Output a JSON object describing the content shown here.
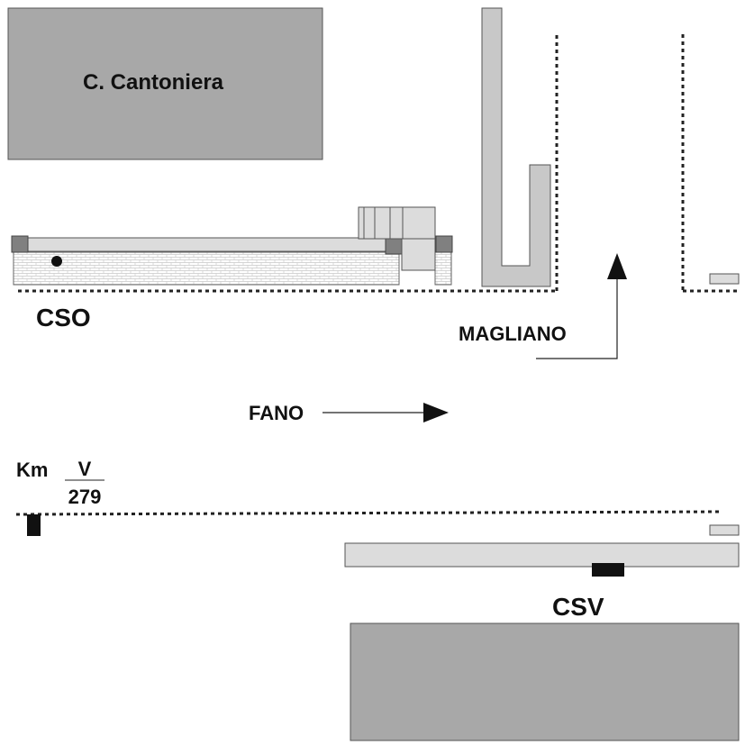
{
  "labels": {
    "building_top": "C. Cantoniera",
    "station_north": "CSO",
    "direction_north": "MAGLIANO",
    "direction_east": "FANO",
    "km_prefix": "Km",
    "km_numerator": "V",
    "km_denominator": "279",
    "station_south": "CSV"
  },
  "colors": {
    "building_fill": "#a8a8a8",
    "platform_fill": "#dcdcdc",
    "post_fill": "#808080",
    "line": "#222222",
    "marker": "#111111"
  }
}
